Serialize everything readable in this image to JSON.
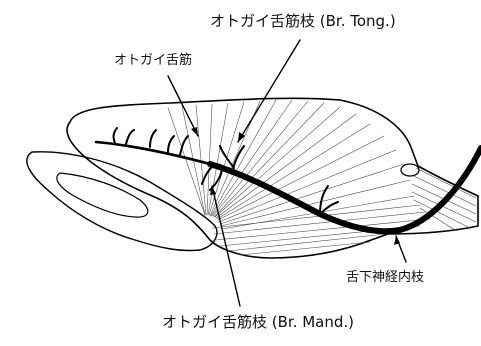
{
  "labels": {
    "br_tong": "オトガイ舌筋枝 (Br. Tong.)",
    "genioglossus": "オトガイ舌筋",
    "hypoglossal_internal": "舌下神経内枝",
    "br_mand": "オトガイ舌筋枝 (Br. Mand.)"
  }
}
